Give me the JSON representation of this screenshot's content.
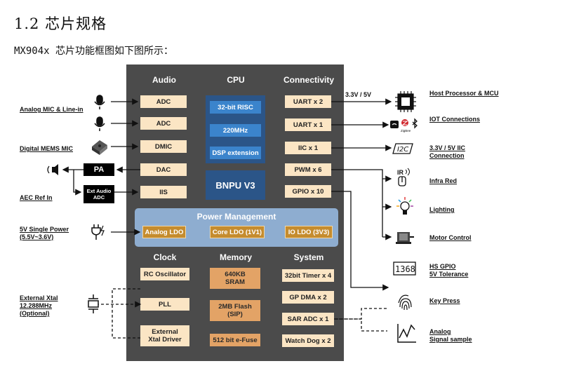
{
  "heading": "1.2 芯片规格",
  "subheading": "MX904x 芯片功能框图如下图所示：",
  "diagram": {
    "sections": {
      "audio": "Audio",
      "cpu": "CPU",
      "connectivity": "Connectivity",
      "power": "Power Management",
      "clock": "Clock",
      "memory": "Memory",
      "system": "System"
    },
    "audio_blocks": [
      "ADC",
      "ADC",
      "DMIC",
      "DAC",
      "IIS"
    ],
    "cpu_blocks": [
      "32-bit RISC",
      "220MHz",
      "DSP extension"
    ],
    "npu": "BNPU V3",
    "connectivity_blocks": [
      "UART x 2",
      "UART x 1",
      "IIC x 1",
      "PWM x 6",
      "GPIO x 10"
    ],
    "power_blocks": [
      "Analog LDO",
      "Core LDO (1V1)",
      "IO LDO (3V3)"
    ],
    "clock_blocks": [
      "RC Oscillator",
      "PLL",
      "External\nXtal Driver"
    ],
    "memory_blocks": [
      "640KB\nSRAM",
      "2MB Flash\n(SIP)",
      "512 bit e-Fuse"
    ],
    "system_blocks": [
      "32bit Timer x 4",
      "GP DMA x 2",
      "SAR ADC x 1",
      "Watch Dog x 2"
    ],
    "pa_label": "PA",
    "ext_audio_adc": "Ext Audio\nADC",
    "voltage_label": "3.3V / 5V",
    "left_labels": {
      "analog_mic": "Analog MIC & Line-in",
      "digital_mic": "Digital MEMS MIC",
      "aec": "AEC Ref In",
      "power_in": "5V Single Power\n(5.5V~3.6V)",
      "xtal": "External Xtal\n12.288MHz\n(Optional)"
    },
    "right_labels": {
      "host": "Host Processor & MCU",
      "iot": "IOT Connections",
      "iic": "3.3V / 5V IIC\nConnection",
      "ir": "Infra Red",
      "lighting": "Lighting",
      "motor": "Motor Control",
      "hs_gpio": "HS GPIO\n5V Tolerance",
      "key": "Key Press",
      "analog": "Analog\nSignal sample"
    },
    "icons": {
      "seg_display": "1368",
      "i2c": "I2C",
      "ir": "IR",
      "zigbee": "ZigBee"
    },
    "colors": {
      "chip_bg": "#4b4b4b",
      "cream_block": "#fbe5c4",
      "cpu_block": "#3b84cc",
      "npu_block": "#2b5588",
      "power_band": "#8eadd0",
      "memory_block": "#e3a366",
      "ldo_block": "#c58c2e"
    }
  }
}
